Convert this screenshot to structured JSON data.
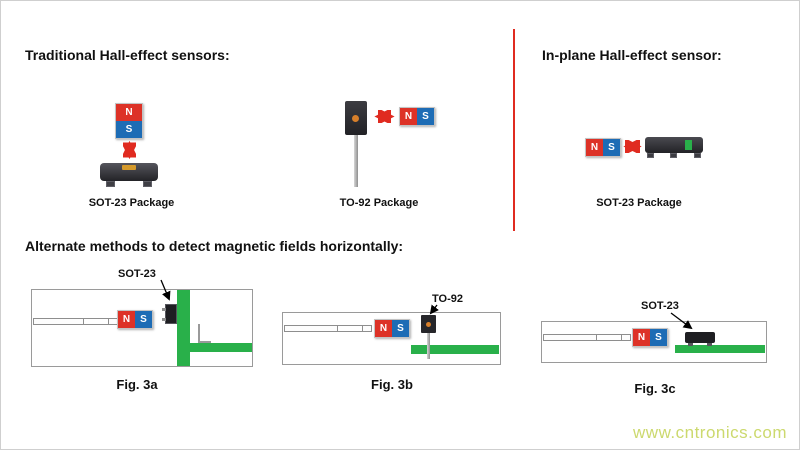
{
  "sections": {
    "traditional": {
      "title": "Traditional Hall-effect sensors:"
    },
    "inplane": {
      "title": "In-plane Hall-effect sensor:"
    },
    "alternate": {
      "title": "Alternate methods to detect magnetic fields horizontally:"
    }
  },
  "magnet": {
    "north": "N",
    "south": "S"
  },
  "diagrams": {
    "sot23_traditional": {
      "label": "SOT-23 Package"
    },
    "to92_traditional": {
      "label": "TO-92 Package"
    },
    "sot23_inplane": {
      "label": "SOT-23 Package"
    }
  },
  "figures": {
    "fig3a": {
      "caption": "Fig. 3a",
      "chip_label": "SOT-23"
    },
    "fig3b": {
      "caption": "Fig. 3b",
      "chip_label": "TO-92"
    },
    "fig3c": {
      "caption": "Fig. 3c",
      "chip_label": "SOT-23"
    }
  },
  "watermark": "www.cntronics.com",
  "colors": {
    "magnet_north": "#dd3227",
    "magnet_south": "#1d6cb5",
    "arrow_red": "#e02b20",
    "divider_red": "#e02b20",
    "pcb_green": "#29b04a",
    "watermark_green": "#ccd96e"
  }
}
